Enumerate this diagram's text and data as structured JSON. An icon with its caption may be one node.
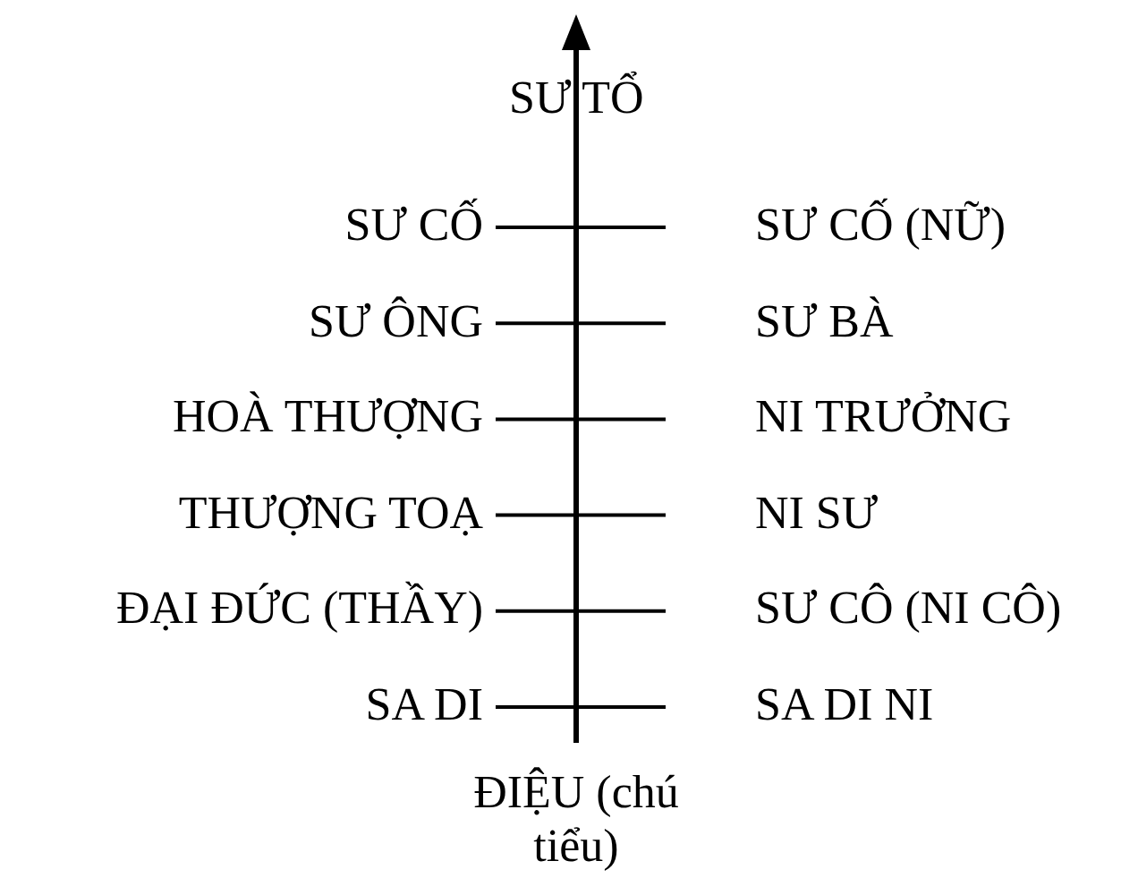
{
  "diagram": {
    "labels": [
      "SƯ TỔ",
      "SƯ CỐ",
      "SƯ CỐ (NỮ)",
      "SƯ ÔNG",
      "SƯ BÀ",
      "HOÀ THƯỢNG",
      "NI TRƯỞNG",
      "THƯỢNG TOẠ",
      "NI SƯ",
      "ĐẠI ĐỨC (THẦY)",
      "SƯ CÔ (NI CÔ)",
      "SA DI",
      "SA DI NI",
      "ĐIỆU (chú tiểu)"
    ]
  }
}
